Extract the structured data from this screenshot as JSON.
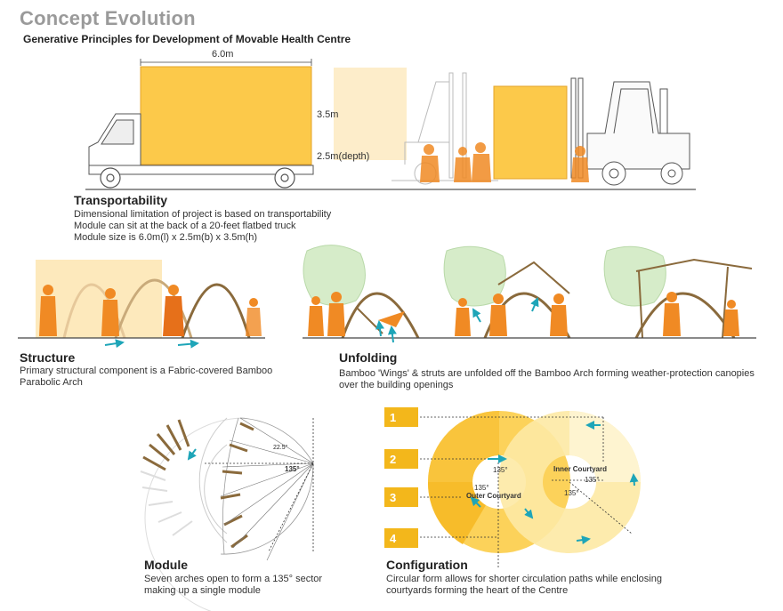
{
  "header": {
    "title": "Concept Evolution",
    "subtitle": "Generative Principles for Development of Movable Health Centre"
  },
  "transport": {
    "dim_length": "6.0m",
    "dim_height": "3.5m",
    "dim_depth": "2.5m(depth)",
    "heading": "Transportability",
    "lines": [
      "Dimensional limitation of project is based on transportability",
      "Module can sit at the back of a 20-feet flatbed truck",
      "Module size is 6.0m(l) x 2.5m(b) x 3.5m(h)"
    ]
  },
  "structure": {
    "heading": "Structure",
    "lines": [
      "Primary structural component is a Fabric-covered Bamboo",
      "Parabolic Arch"
    ]
  },
  "unfolding": {
    "heading": "Unfolding",
    "lines": [
      "Bamboo 'Wings' & struts are unfolded off the Bamboo Arch forming weather-protection canopies",
      "over the building openings"
    ]
  },
  "module": {
    "heading": "Module",
    "lines": [
      "Seven arches open to form a 135° sector",
      "making up a single module"
    ],
    "angle_small": "22.5°",
    "angle_large": "135°"
  },
  "configuration": {
    "heading": "Configuration",
    "lines": [
      "Circular form allows for shorter circulation paths while enclosing",
      "courtyards forming the heart of the Centre"
    ],
    "steps": [
      "1",
      "2",
      "3",
      "4"
    ],
    "inner_label": "Inner Courtyard",
    "outer_label": "Outer Courtyard",
    "angles": [
      "135°",
      "135°",
      "135°",
      "135°"
    ]
  },
  "colors": {
    "accent_yellow": "#f3b71b",
    "module_yellow": "#fcc94a",
    "person_orange": "#f08a24",
    "arrow_teal": "#1ea5b8",
    "tree_green": "#cfe8c4"
  }
}
